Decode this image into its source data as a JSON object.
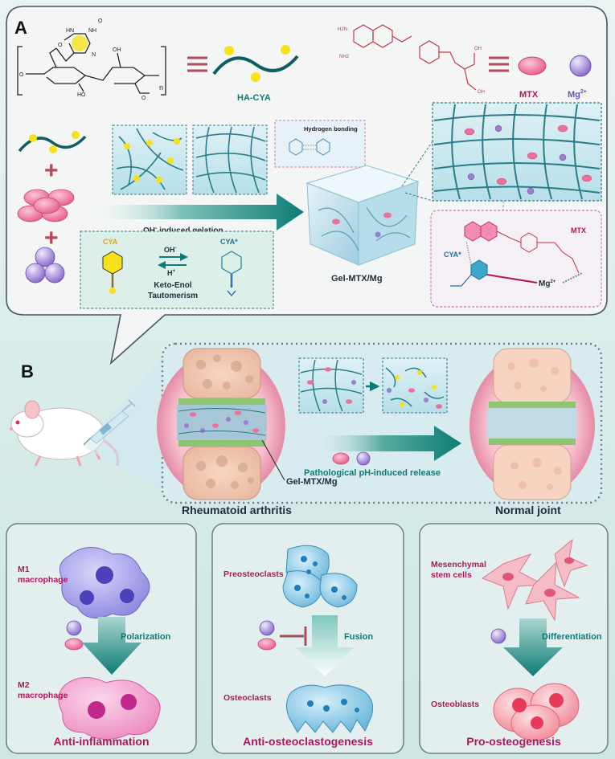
{
  "panel_a": {
    "label": "A",
    "repeat_n": "n",
    "ha_cya": "HA-CYA",
    "mtx": "MTX",
    "mg": "Mg",
    "mg_sup": "2+",
    "hydrogen_bonding": "Hydrogen bonding",
    "oh_gelation": "OH",
    "oh_gelation_sup": "-",
    "oh_gelation_rest": " induced gelation",
    "cya": "CYA",
    "cya_star": "CYA*",
    "oh": "OH",
    "oh_sup": "-",
    "h": "H",
    "h_sup": "+",
    "keto1": "Keto-Enol",
    "keto2": "Tautomerism",
    "gel": "Gel-MTX/Mg",
    "inset_mtx": "MTX",
    "inset_cya": "CYA*",
    "inset_mg": "Mg",
    "inset_mg_sup": "2+"
  },
  "panel_b": {
    "label": "B",
    "release": "Pathological pH-induced release",
    "gel": "Gel-MTX/Mg",
    "ra": "Rheumatoid arthritis",
    "normal": "Normal joint"
  },
  "boxes": [
    {
      "top1": "M1",
      "top2": "macrophage",
      "arrow": "Polarization",
      "bot1": "M2",
      "bot2": "macrophage",
      "title": "Anti-inflammation"
    },
    {
      "top1": "Preosteoclasts",
      "arrow": "Fusion",
      "bot1": "Osteoclasts",
      "title": "Anti-osteoclastogenesis"
    },
    {
      "top1": "Mesenchymal",
      "top2": "stem cells",
      "arrow": "Differentiation",
      "bot1": "Osteoblasts",
      "title": "Pro-osteogenesis"
    }
  ],
  "colors": {
    "teal": "#0d7c75",
    "magenta": "#b0175a",
    "yellow": "#f6e21a",
    "pink": "#ee6f9a",
    "purple": "#9a7fd0"
  },
  "icons": [
    "mouse-icon",
    "syringe-icon",
    "joint-icon",
    "macrophage-icon",
    "osteoclast-icon",
    "stem-cell-icon"
  ]
}
